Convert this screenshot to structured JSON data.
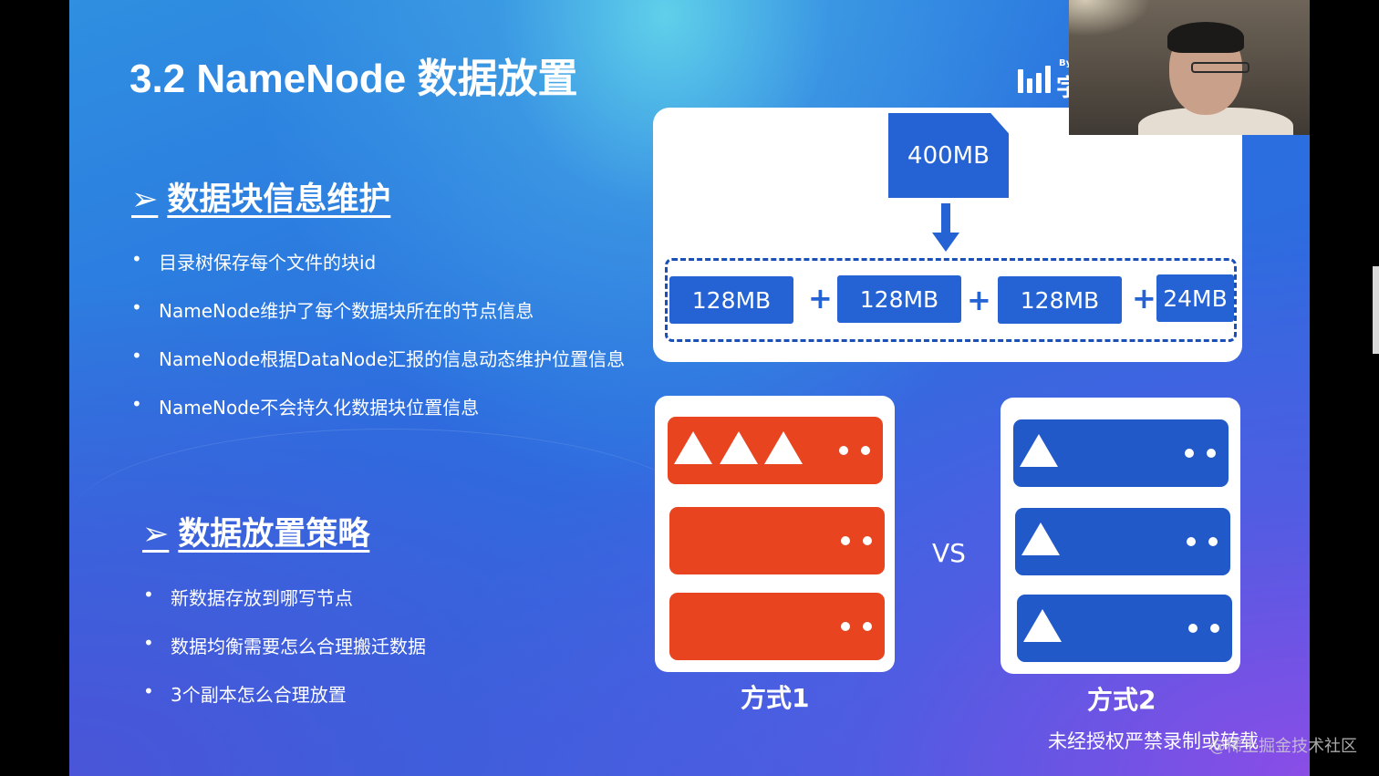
{
  "slide": {
    "title": "3.2 NameNode 数据放置",
    "section1": {
      "arrow": "➢",
      "heading": "数据块信息维护",
      "bullets": [
        "目录树保存每个文件的块id",
        "NameNode维护了每个数据块所在的节点信息",
        "NameNode根据DataNode汇报的信息动态维护位置信息",
        "NameNode不会持久化数据块位置信息"
      ]
    },
    "section2": {
      "arrow": "➢",
      "heading": "数据放置策略",
      "bullets": [
        "新数据存放到哪写节点",
        "数据均衡需要怎么合理搬迁数据",
        "3个副本怎么合理放置"
      ]
    },
    "logo": {
      "by": "By",
      "char": "字"
    },
    "diagram": {
      "file_size": "400MB",
      "blocks": [
        "128MB",
        "128MB",
        "128MB",
        "24MB"
      ],
      "plus": "+",
      "vs": "VS",
      "option1": "方式1",
      "option2": "方式2"
    },
    "watermark": "未经授权严禁录制或转载",
    "colors": {
      "red_server": "#e8441f",
      "blue_server": "#2159c9",
      "block_blue": "#2563d4"
    }
  },
  "overlay": {
    "site_mark": "@稀土掘金技术社区"
  }
}
